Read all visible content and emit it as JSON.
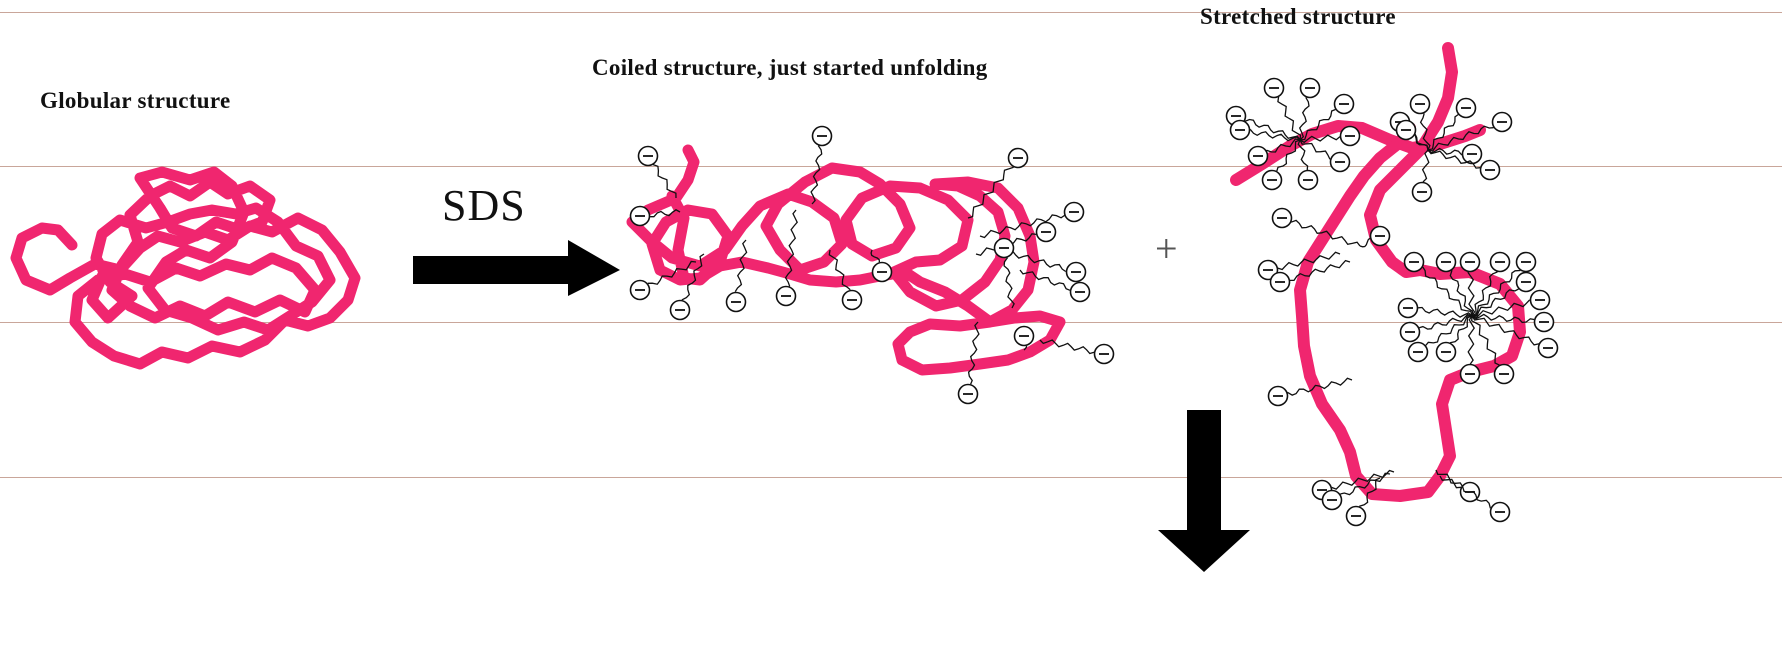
{
  "labels": {
    "globular": "Globular structure",
    "coiled": "Coiled structure, just started unfolding",
    "stretched": "Stretched structure",
    "sds": "SDS",
    "plus": "+"
  },
  "surfactant_head_symbol": "⊖",
  "colors": {
    "protein_chain": "#f0266f",
    "arrow": "#000000",
    "tail": "#111111",
    "rule": "#c9a69a"
  }
}
